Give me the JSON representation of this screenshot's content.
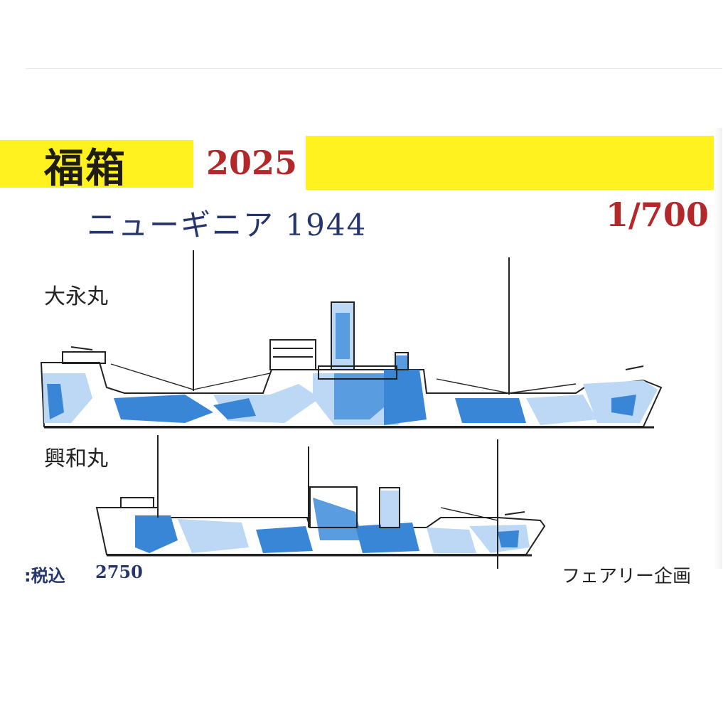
{
  "header": {
    "brand": "福箱",
    "year": "2025",
    "series": "ニューギニア 1944",
    "scale": "1/700"
  },
  "ships": [
    {
      "name": "大永丸"
    },
    {
      "name": "興和丸"
    }
  ],
  "footer": {
    "price_label": ":税込",
    "price_value": "2750",
    "maker": "フェアリー企画"
  },
  "colors": {
    "highlight": "#fff21f",
    "accent_red": "#b3282a",
    "ink_blue": "#26356e",
    "camo_blue": "#3a86d6",
    "camo_light": "#bcd8f5"
  }
}
